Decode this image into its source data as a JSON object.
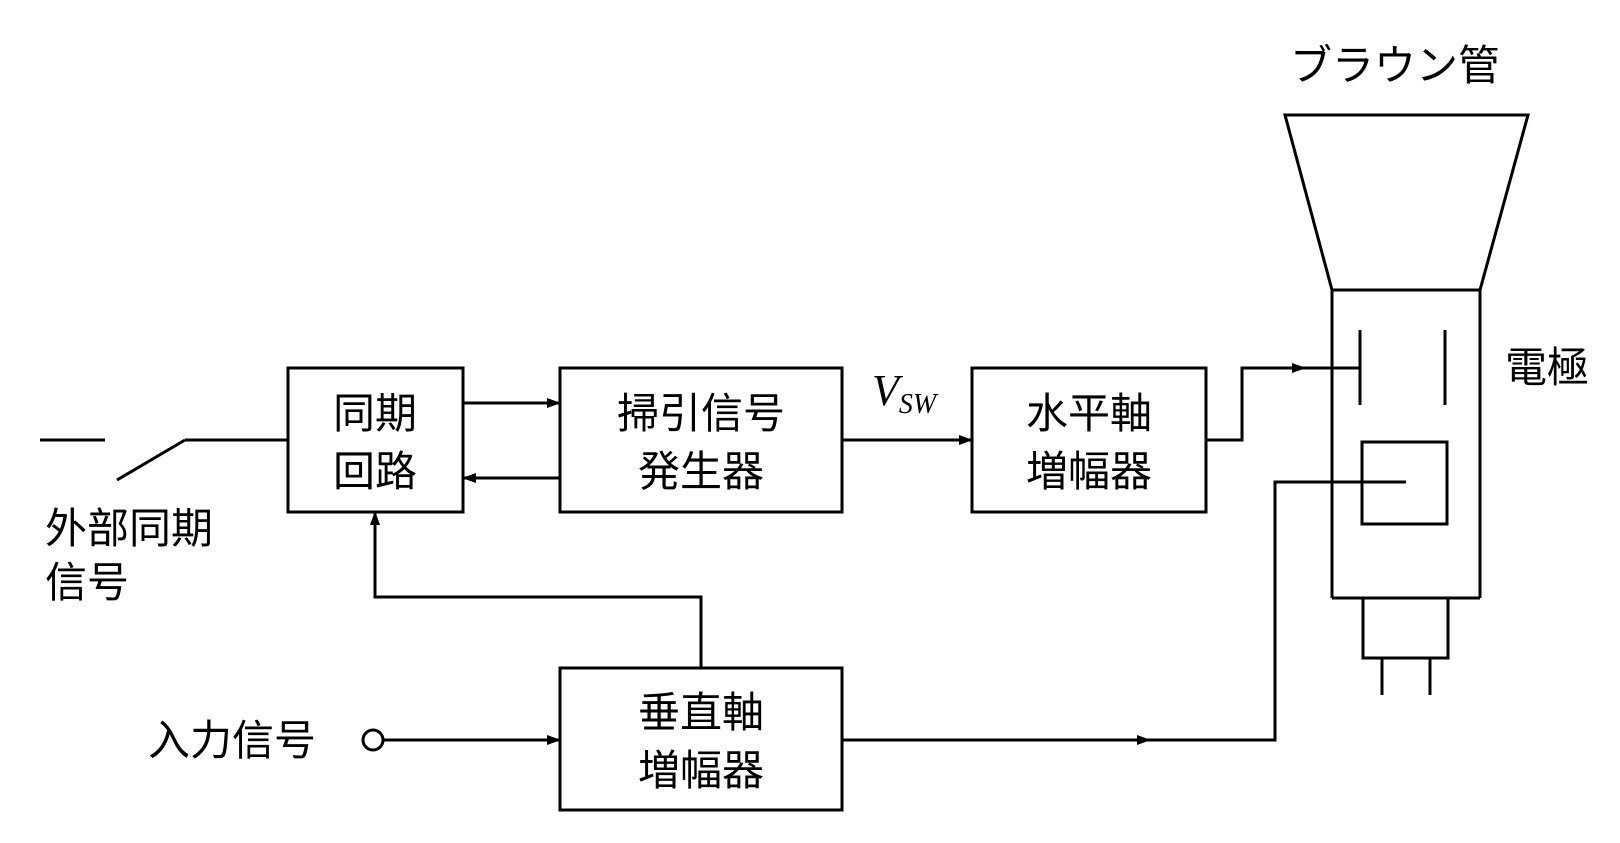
{
  "diagram": {
    "crt": {
      "title": "ブラウン管",
      "electrode": "電極"
    },
    "sync_circuit": {
      "line1": "同期",
      "line2": "回路"
    },
    "sweep_generator": {
      "line1": "掃引信号",
      "line2": "発生器"
    },
    "horizontal_amp": {
      "line1": "水平軸",
      "line2": "増幅器"
    },
    "vertical_amp": {
      "line1": "垂直軸",
      "line2": "増幅器"
    },
    "external_sync": {
      "line1": "外部同期",
      "line2": "信号"
    },
    "input_signal": "入力信号",
    "sweep_voltage": {
      "symbol": "V",
      "subscript": "SW"
    },
    "colors": {
      "line": "#000000",
      "background": "#ffffff"
    }
  }
}
